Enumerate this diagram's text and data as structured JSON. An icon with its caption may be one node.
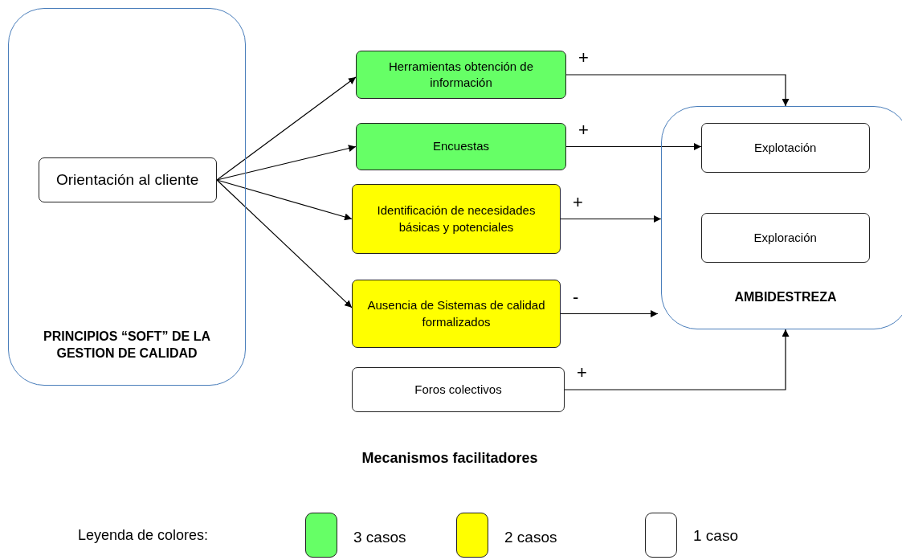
{
  "diagram": {
    "nodes": [
      {
        "text": [
          "PRINCIPIOS “SOFT” DE LA GESTION DE CALIDAD"
        ]
      },
      {
        "text": [
          "Orientación al cliente"
        ],
        "in": 0
      },
      {
        "text": [
          "Herramientas obtención de información"
        ]
      },
      {
        "text": [
          "Encuestas"
        ]
      },
      {
        "text": [
          "Identificación de necesidades básicas y potenciales"
        ]
      },
      {
        "text": [
          "Ausencia de Sistemas de calidad formalizados"
        ]
      },
      {
        "text": [
          "Foros colectivos"
        ]
      },
      {
        "text": [
          "AMBIDESTREZA"
        ]
      },
      {
        "text": [
          "Explotación"
        ],
        "in": 7
      },
      {
        "text": [
          "Exploración"
        ],
        "in": 7
      }
    ],
    "edges": [
      {
        "from": 1,
        "to": 2,
        "arrow": "to"
      },
      {
        "from": 1,
        "to": 3,
        "arrow": "to"
      },
      {
        "from": 1,
        "to": 4,
        "arrow": "to"
      },
      {
        "from": 1,
        "to": 5,
        "arrow": "to"
      },
      {
        "from": 2,
        "to": 7,
        "arrow": "to",
        "label": "+"
      },
      {
        "from": 3,
        "to": 8,
        "arrow": "to",
        "label": "+"
      },
      {
        "from": 4,
        "to": 7,
        "arrow": "to",
        "label": "+"
      },
      {
        "from": 5,
        "to": 7,
        "arrow": "to",
        "label": "-"
      },
      {
        "from": 6,
        "to": 7,
        "arrow": "to",
        "label": "+"
      }
    ],
    "labels": [
      "Mecanismos facilitadores",
      "Leyenda de colores:"
    ],
    "legend": [
      {
        "text": "3 casos",
        "color": "#66ff66"
      },
      {
        "text": "2 casos",
        "color": "#ffff00"
      },
      {
        "text": "1 caso",
        "color": "#ffffff"
      }
    ]
  }
}
